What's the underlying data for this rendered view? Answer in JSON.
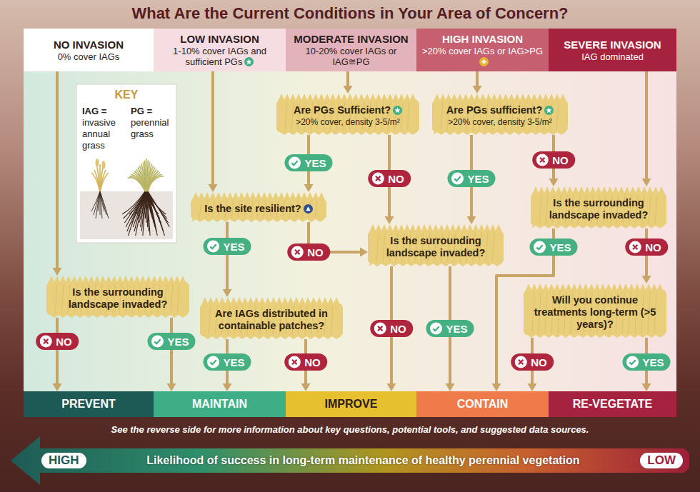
{
  "diagram": {
    "title": "What Are the Current Conditions in Your Area of Concern?",
    "nodes": [
      {
        "text": [
          "NO INVASION",
          "0% cover IAGs"
        ]
      },
      {
        "text": [
          "LOW INVASION",
          "1-10% cover IAGs and sufficient PGs"
        ]
      },
      {
        "text": [
          "MODERATE INVASION",
          "10-20% cover IAGs or IAG≅PG"
        ]
      },
      {
        "text": [
          "HIGH INVASION",
          ">20% cover IAGs or IAG>PG"
        ]
      },
      {
        "text": [
          "SEVERE INVASION",
          "IAG dominated"
        ]
      },
      {
        "text": [
          "KEY",
          "IAG =",
          "invasive annual grass",
          "PG =",
          "perennial grass"
        ]
      },
      {
        "text": [
          "Are PGs Sufficient?",
          ">20% cover, density 3-5/m²"
        ]
      },
      {
        "text": [
          "Are PGs sufficient?",
          ">20% cover, density 3-5/m²"
        ]
      },
      {
        "text": [
          "Is the site resilient?"
        ]
      },
      {
        "text": [
          "Is the surrounding landscape invaded?"
        ]
      },
      {
        "text": [
          "Is the surrounding landscape invaded?"
        ]
      },
      {
        "text": [
          "Is the surrounding landscape invaded?"
        ]
      },
      {
        "text": [
          "Are IAGs distributed in containable patches?"
        ]
      },
      {
        "text": [
          "Will you continue treatments long-term (>5 years)?"
        ]
      },
      {
        "text": [
          "PREVENT"
        ]
      },
      {
        "text": [
          "MAINTAIN"
        ]
      },
      {
        "text": [
          "IMPROVE"
        ]
      },
      {
        "text": [
          "CONTAIN"
        ]
      },
      {
        "text": [
          "RE-VEGETATE"
        ]
      },
      {
        "text": [
          "HIGH",
          "Likelihood of success in long-term maintenance of healthy perennial vegetation",
          "LOW"
        ]
      }
    ],
    "edges": [
      {
        "from": 0,
        "to": 11,
        "arrow": "to"
      },
      {
        "from": 11,
        "to": 14,
        "label": "NO",
        "arrow": "to"
      },
      {
        "from": 11,
        "to": 15,
        "label": "YES",
        "arrow": "to"
      },
      {
        "from": 1,
        "to": 8,
        "arrow": "to"
      },
      {
        "from": 2,
        "to": 6,
        "arrow": "to"
      },
      {
        "from": 6,
        "to": 8,
        "label": "YES",
        "arrow": "to"
      },
      {
        "from": 6,
        "to": 10,
        "label": "NO",
        "arrow": "to"
      },
      {
        "from": 8,
        "to": 12,
        "label": "YES",
        "arrow": "to"
      },
      {
        "from": 8,
        "to": 10,
        "label": "NO",
        "arrow": "to"
      },
      {
        "from": 12,
        "to": 15,
        "label": "YES",
        "arrow": "to"
      },
      {
        "from": 12,
        "to": 16,
        "label": "NO",
        "arrow": "to"
      },
      {
        "from": 10,
        "to": 16,
        "label": "NO",
        "arrow": "to"
      },
      {
        "from": 10,
        "to": 17,
        "label": "YES",
        "arrow": "to"
      },
      {
        "from": 3,
        "to": 7,
        "arrow": "to"
      },
      {
        "from": 7,
        "to": 10,
        "label": "YES",
        "arrow": "to"
      },
      {
        "from": 7,
        "to": 9,
        "label": "NO",
        "arrow": "to"
      },
      {
        "from": 4,
        "to": 9,
        "arrow": "to"
      },
      {
        "from": 9,
        "to": 17,
        "label": "YES",
        "arrow": "to"
      },
      {
        "from": 9,
        "to": 13,
        "label": "NO",
        "arrow": "to"
      },
      {
        "from": 13,
        "to": 17,
        "label": "NO",
        "arrow": "to"
      },
      {
        "from": 13,
        "to": 18,
        "label": "YES",
        "arrow": "to"
      }
    ],
    "labels": [
      "See the reverse side for more information about key questions, potential tools, and suggested data sources."
    ]
  }
}
